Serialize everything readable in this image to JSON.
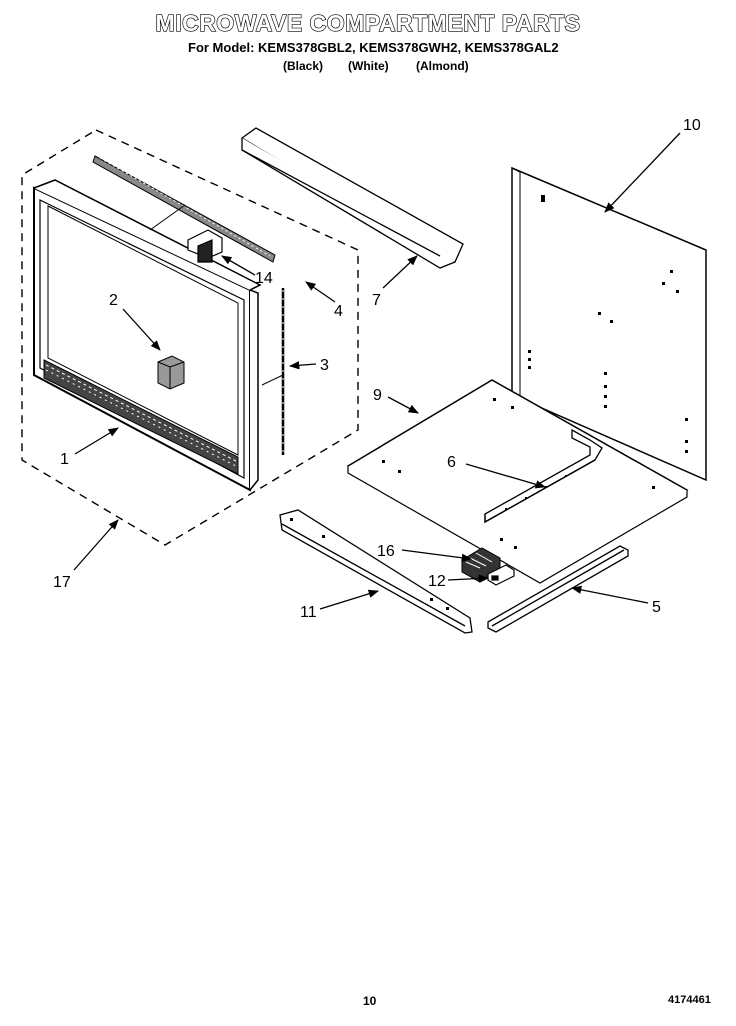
{
  "header": {
    "title": "MICROWAVE COMPARTMENT PARTS",
    "models": "For Model: KEMS378GBL2, KEMS378GWH2, KEMS378GAL2",
    "colors": [
      "(Black)",
      "(White)",
      "(Almond)"
    ]
  },
  "callouts": {
    "c1": "1",
    "c2": "2",
    "c3": "3",
    "c4": "4",
    "c5": "5",
    "c6": "6",
    "c7": "7",
    "c9": "9",
    "c10": "10",
    "c11": "11",
    "c12": "12",
    "c14": "14",
    "c16": "16",
    "c17": "17"
  },
  "footer": {
    "page_number": "10",
    "doc_number": "4174461"
  }
}
